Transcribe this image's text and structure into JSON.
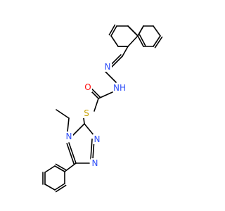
{
  "molecule": {
    "atoms": {
      "carbonyl_oxygen": {
        "label": "O",
        "color": "#ff0d0d"
      },
      "amide_nitrogen": {
        "label": "NH",
        "color": "#3050f8"
      },
      "imine_nitrogen": {
        "label": "N",
        "color": "#3050f8"
      },
      "sulfur": {
        "label": "S",
        "color": "#c8a000"
      },
      "ring_n4": {
        "label": "N",
        "color": "#3050f8"
      },
      "ring_n1": {
        "label": "N",
        "color": "#3050f8"
      },
      "ring_n2": {
        "label": "N",
        "color": "#3050f8"
      }
    },
    "bond_color": "#000000"
  }
}
